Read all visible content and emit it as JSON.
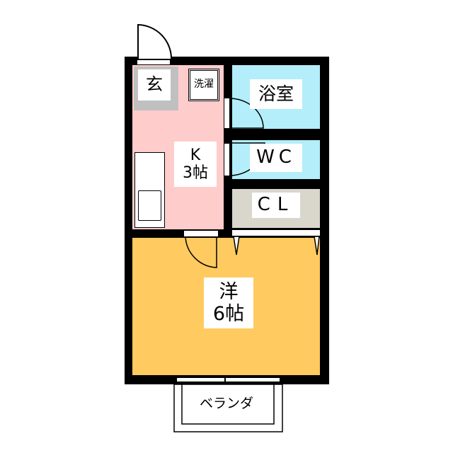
{
  "rooms": {
    "entrance": {
      "label": "玄",
      "color": "#C0C0C0"
    },
    "laundry": {
      "label": "洗濯"
    },
    "kitchen": {
      "label_line1": "K",
      "label_line2": "3帖",
      "color": "#FFCCCC"
    },
    "bath": {
      "label": "浴室",
      "color": "#B3EEFA"
    },
    "wc": {
      "label": "WC",
      "color": "#B3EEFA"
    },
    "closet": {
      "label": "CL",
      "color": "#D9D6CC"
    },
    "western": {
      "label_line1": "洋",
      "label_line2": "6帖",
      "color": "#FFCA5F"
    },
    "veranda": {
      "label": "ベランダ"
    }
  },
  "colors": {
    "wall": "#000000",
    "background": "#FFFFFF"
  }
}
